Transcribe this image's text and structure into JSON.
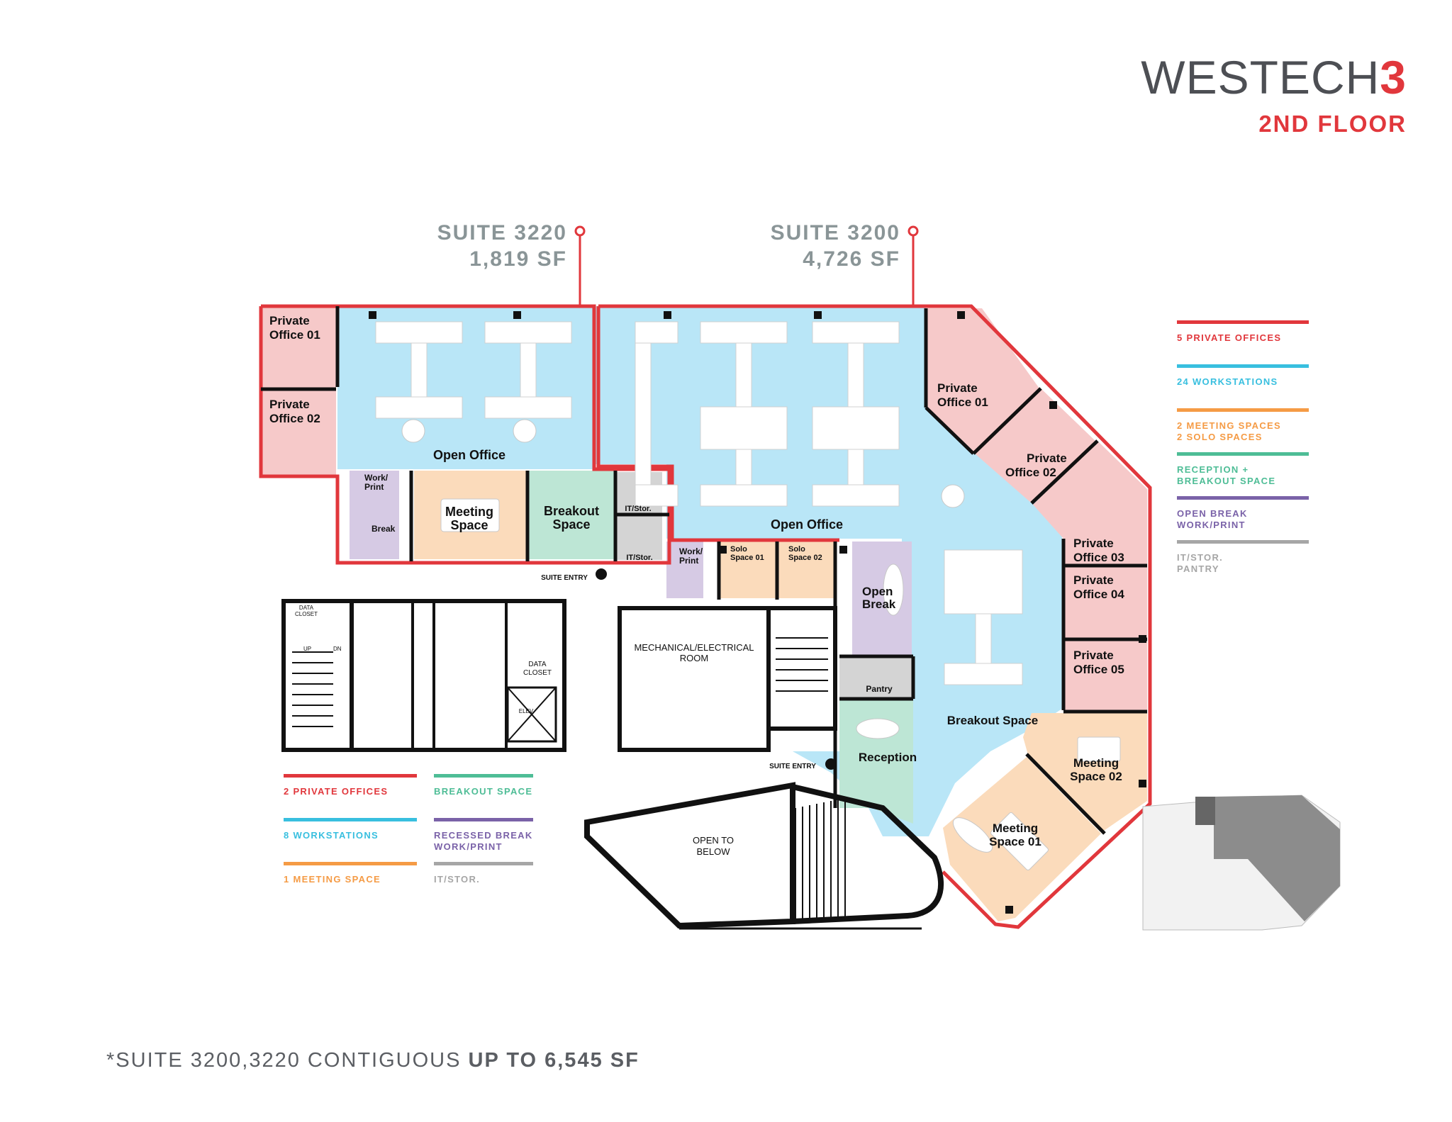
{
  "brand": {
    "name": "WESTECH",
    "number": "3",
    "floor": "2ND FLOOR"
  },
  "suites": [
    {
      "name": "SUITE 3220",
      "area": "1,819 SF"
    },
    {
      "name": "SUITE 3200",
      "area": "4,726 SF"
    }
  ],
  "colors": {
    "private_office": "#e1373c",
    "workstations": "#38bfdf",
    "meeting": "#f59b45",
    "breakout": "#4ebd96",
    "break": "#7a62a8",
    "storage": "#a6a6a6",
    "fill_private": "#f6c9c9",
    "fill_open": "#b9e6f7",
    "fill_meeting": "#fbdbbb",
    "fill_breakout": "#bde6d5",
    "fill_break": "#d6cae4",
    "fill_storage": "#d4d4d4"
  },
  "legend_right": [
    {
      "lines": [
        "5 PRIVATE OFFICES"
      ],
      "color": "#e1373c"
    },
    {
      "lines": [
        "24 WORKSTATIONS"
      ],
      "color": "#38bfdf"
    },
    {
      "lines": [
        "2 MEETING SPACES",
        "2 SOLO SPACES"
      ],
      "color": "#f59b45"
    },
    {
      "lines": [
        "RECEPTION +",
        "BREAKOUT SPACE"
      ],
      "color": "#4ebd96"
    },
    {
      "lines": [
        "OPEN BREAK",
        "WORK/PRINT"
      ],
      "color": "#7a62a8"
    },
    {
      "lines": [
        "IT/STOR.",
        "PANTRY"
      ],
      "color": "#a6a6a6"
    }
  ],
  "legend_left": [
    {
      "lines": [
        "2 PRIVATE OFFICES"
      ],
      "color": "#e1373c"
    },
    {
      "lines": [
        "8 WORKSTATIONS"
      ],
      "color": "#38bfdf"
    },
    {
      "lines": [
        "1 MEETING SPACE"
      ],
      "color": "#f59b45"
    },
    {
      "lines": [
        "BREAKOUT SPACE"
      ],
      "color": "#4ebd96"
    },
    {
      "lines": [
        "RECESSED BREAK",
        "WORK/PRINT"
      ],
      "color": "#7a62a8"
    },
    {
      "lines": [
        "IT/STOR."
      ],
      "color": "#a6a6a6"
    }
  ],
  "rooms": {
    "s3220_private_01": "Private Office 01",
    "s3220_private_02": "Private Office 02",
    "s3220_open_office": "Open Office",
    "s3220_work_print": "Work/ Print",
    "s3220_break": "Break",
    "s3220_meeting": "Meeting Space",
    "s3220_breakout": "Breakout Space",
    "it_stor_1": "IT/Stor.",
    "it_stor_2": "IT/Stor.",
    "s3200_open_office": "Open Office",
    "s3200_work_print": "Work/ Print",
    "solo_01": "Solo Space 01",
    "solo_02": "Solo Space 02",
    "open_break": "Open Break",
    "pantry": "Pantry",
    "reception": "Reception",
    "breakout": "Breakout Space",
    "po_01": "Private Office 01",
    "po_02": "Private Office 02",
    "po_03": "Private Office 03",
    "po_04": "Private Office 04",
    "po_05": "Private Office 05",
    "meeting_01": "Meeting Space 01",
    "meeting_02": "Meeting Space 02",
    "mech": "MECHANICAL/ELECTRICAL ROOM",
    "data_closet_1": "DATA CLOSET",
    "data_closet_2": "DATA CLOSET",
    "elev": "ELEV",
    "suite_entry_1": "SUITE ENTRY",
    "suite_entry_2": "SUITE ENTRY",
    "open_to_below": "OPEN TO BELOW",
    "up": "UP",
    "dn": "DN"
  },
  "footnote": {
    "prefix": "*SUITE 3200,3220 CONTIGUOUS ",
    "bold": "UP TO 6,545 SF"
  }
}
